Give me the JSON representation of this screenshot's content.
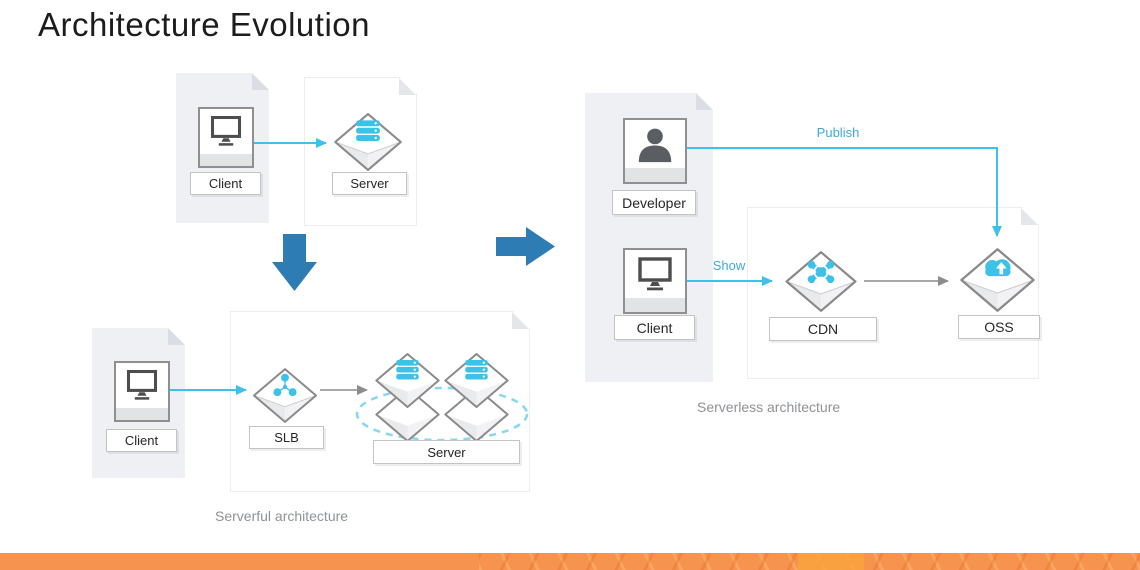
{
  "slide": {
    "title": "Architecture Evolution"
  },
  "monolith": {
    "client_label": "Client",
    "server_label": "Server"
  },
  "serverful": {
    "client_label": "Client",
    "slb_label": "SLB",
    "server_label": "Server",
    "caption": "Serverful architecture"
  },
  "serverless": {
    "developer_label": "Developer",
    "client_label": "Client",
    "cdn_label": "CDN",
    "oss_label": "OSS",
    "publish_arrow_label": "Publish",
    "show_arrow_label": "Show",
    "caption": "Serverless architecture"
  },
  "colors": {
    "cyan_accent": "#3cc1e8",
    "link_text": "#3fa9dc",
    "evolution_arrow_blue": "#2e7cb4",
    "footer_orange": "#f6934f",
    "panel_gray": "#eef0f4"
  },
  "icons": {
    "client": "monitor-icon",
    "developer": "person-icon",
    "server": "server-stack-icon",
    "slb": "load-balancer-icon",
    "cdn": "cdn-node-icon",
    "oss": "cloud-upload-icon",
    "evolution_down": "down-block-arrow-icon",
    "evolution_right": "right-block-arrow-icon"
  }
}
